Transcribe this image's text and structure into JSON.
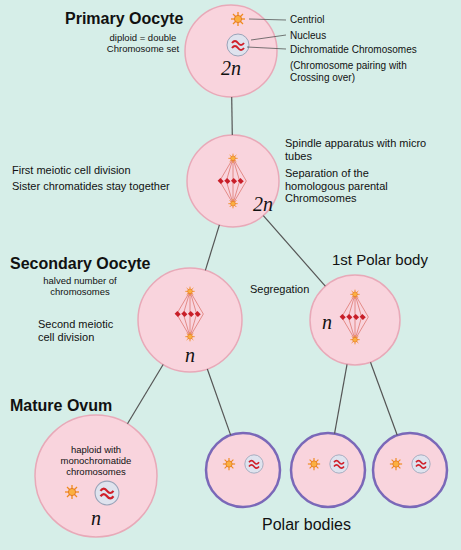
{
  "diagram": {
    "nodes": [
      {
        "text": [
          "Primary Oocyte",
          "diploid = double Chromosome set",
          "2n"
        ]
      },
      {
        "text": [
          "2n"
        ]
      },
      {
        "text": [
          "Secondary Oocyte",
          "halved number of chromosomes",
          "n"
        ]
      },
      {
        "text": [
          "1st Polar body",
          "n"
        ]
      },
      {
        "text": [
          "Mature Ovum",
          "haploid with monochromatide chromosomes",
          "n"
        ]
      },
      {
        "text": []
      },
      {
        "text": []
      },
      {
        "text": []
      }
    ],
    "edges": [
      {
        "from": 0,
        "to": 1,
        "arrow": "none"
      },
      {
        "from": 1,
        "to": 2,
        "arrow": "none"
      },
      {
        "from": 1,
        "to": 3,
        "arrow": "none"
      },
      {
        "from": 2,
        "to": 4,
        "arrow": "none"
      },
      {
        "from": 2,
        "to": 5,
        "arrow": "none"
      },
      {
        "from": 3,
        "to": 6,
        "arrow": "none"
      },
      {
        "from": 3,
        "to": 7,
        "arrow": "none"
      }
    ],
    "labels": [
      "Centriol",
      "Nucleus",
      "Dichromatide Chromosomes",
      "(Chromosome pairing with Crossing over)",
      "First meiotic cell division",
      "Sister chromatides stay together",
      "Spindle apparatus with micro tubes",
      "Separation of the homologous parental Chromosomes",
      "Segregation",
      "Second meiotic cell division",
      "Polar bodies"
    ]
  }
}
